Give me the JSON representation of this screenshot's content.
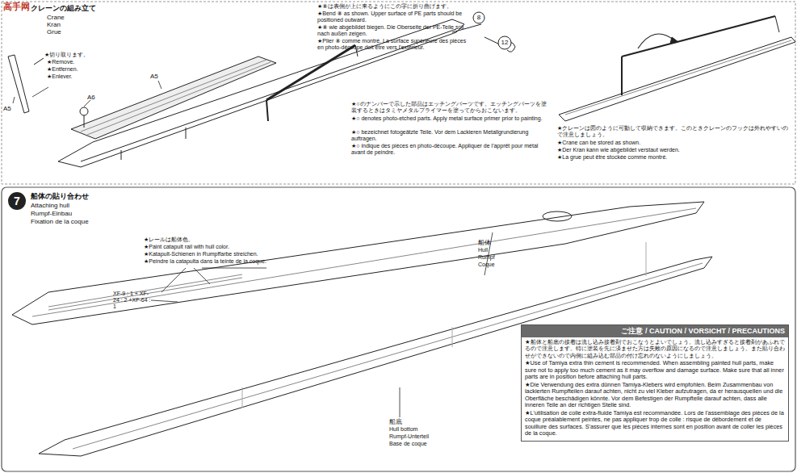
{
  "diagram": {
    "nodes": [
      {
        "text": [
          "7"
        ]
      },
      {
        "text": [
          "ご注意 / CAUTION / VORSICHT / PRECAUTIONS",
          "★船体と船底の接着は流し込み接着剤でおこなうとよいでしょう。流し込みすぎると接着剤があふれでるので注意します。特に塗装を先に済ませた方は失敗の原因になるので注意しましょう。また貼り合わせができないので内側に組み込む部品の付け忘れのないようにしましょう。",
          "★Use of Tamiya extra thin cement is recommended. When assembling painted hull parts, make sure not to apply too much cement as it may overflow and damage surface. Make sure that all inner parts are in position before attaching hull parts.",
          "★Die Verwendung des extra dünnen Tamiya-Klebers wird empfohlen. Beim Zusammenbau von lackierten Rumpfteilen darauf achten, nicht zu viel Kleber aufzutragen, da er herausquellen und die Oberfläche beschädigen könnte. Vor dem Befestigen der Rumpfteile darauf achten, dass alle inneren Teile an der richtigen Stelle sind.",
          "★L'utilisation de colle extra-fluide Tamiya est recommandée. Lors de l'assemblage des pièces de la coque préalablement peintes, ne pas appliquer trop de colle : risque de débordement et de souillure des surfaces. S'assurer que les pièces internes sont en position avant de coller les pièces de la coque."
        ]
      }
    ],
    "labels": [
      "高手网",
      "クレーンの組み立て",
      "Crane",
      "Kran",
      "Grue",
      "★切り取ります。",
      "★Remove.",
      "★Entfernen.",
      "★Enlever.",
      "A6",
      "A5",
      "A5",
      "★⑧は表側が上に来るようにこの字に折り曲げます。",
      "★Bend ⑧ as shown. Upper surface of PE parts should be positioned outward.",
      "★⑧ wie abgebildet biegen. Die Oberseite der PE-Teile soll nach außen zeigen.",
      "★Plier ⑧ comme montré. La surface supérieure des pièces en photo-découpe doit être vers l'extérieur.",
      "8",
      "12",
      "★○のナンバーで示した部品はエッチングパーツです。エッチングパーツを塗装するときはタミヤメタルプライマーを塗ってからおこないます。",
      "★○ denotes photo-etched parts. Apply metal surface primer prior to painting.",
      "★○ bezeichnet fotogeätzte Teile. Vor dem Lackieren Metallgrundierung auftragen.",
      "★○ indique des pièces en photo-découpe. Appliquer de l'apprêt pour métal avant de peindre.",
      "★クレーンは図のように可動して収納できます。このときクレーンのフックは外れやすいので注意しましょう。",
      "★Crane can be stored as shown.",
      "★Der Kran kann wie abgebildet verstaut werden.",
      "★La grue peut être stockée comme montré.",
      "船体の貼り合わせ",
      "Attaching hull",
      "Rumpf-Einbau",
      "Fixation de la coque",
      "★レールは船体色。",
      "★Paint catapult rail with hull color.",
      "★Katapult-Schienen in Rumpffarbe streichen.",
      "★Peindre la catapulta dans la teinte de la coque.",
      "XF-9 : 1 + XF-24 : 2 +XF-64 : 1",
      "船体",
      "Hull",
      "Rumpf",
      "Coque",
      "船底",
      "Hull bottom",
      "Rumpf-Unterteil",
      "Base de coque"
    ]
  }
}
